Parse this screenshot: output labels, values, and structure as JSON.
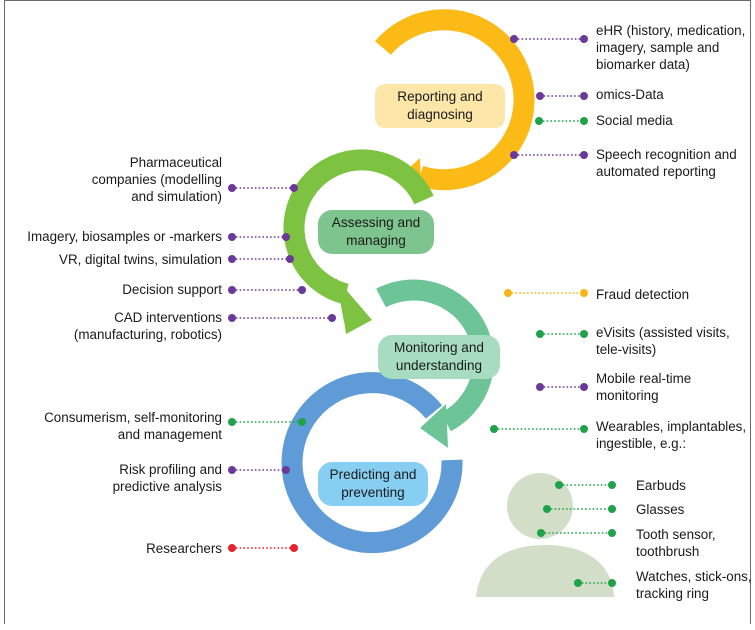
{
  "colors": {
    "reporting": "#FBBA16",
    "assessing": "#7EC242",
    "monitoring": "#6DC497",
    "predicting": "#5F9BD6",
    "purple": "#6A3A98",
    "green": "#1FA24A",
    "yellow": "#F6B416",
    "red": "#E5232E",
    "silhouette": "#D2DEC8"
  },
  "stages": {
    "reporting": "Reporting  and\ndiagnosing",
    "assessing": "Assessing and\nmanaging",
    "monitoring": "Monitoring and\nunderstanding",
    "predicting": "Predicting and\npreventing"
  },
  "right_labels": {
    "ehr": "eHR (history, medication,\nimagery, sample and\nbiomarker data)",
    "omics": "omics-Data",
    "social": "Social media",
    "speech": "Speech recognition and\nautomated reporting",
    "fraud": "Fraud detection",
    "evisits": "eVisits (assisted visits,\ntele-visits)",
    "mobile": "Mobile real-time\nmonitoring",
    "wearables": "Wearables, implantables,\ningestible, e.g.:"
  },
  "left_labels": {
    "pharma": "Pharmaceutical\ncompanies (modelling\nand simulation)",
    "imagery": "Imagery, biosamples or -markers",
    "vr": "VR, digital twins, simulation",
    "decision": "Decision support",
    "cad": "CAD interventions\n(manufacturing, robotics)",
    "consumerism": "Consumerism, self-monitoring\nand management",
    "risk": "Risk profiling and\npredictive analysis",
    "researchers": "Researchers"
  },
  "wearable_items": {
    "earbuds": "Earbuds",
    "glasses": "Glasses",
    "tooth": "Tooth sensor,\ntoothbrush",
    "watches": "Watches, stick-ons,\ntracking ring"
  }
}
